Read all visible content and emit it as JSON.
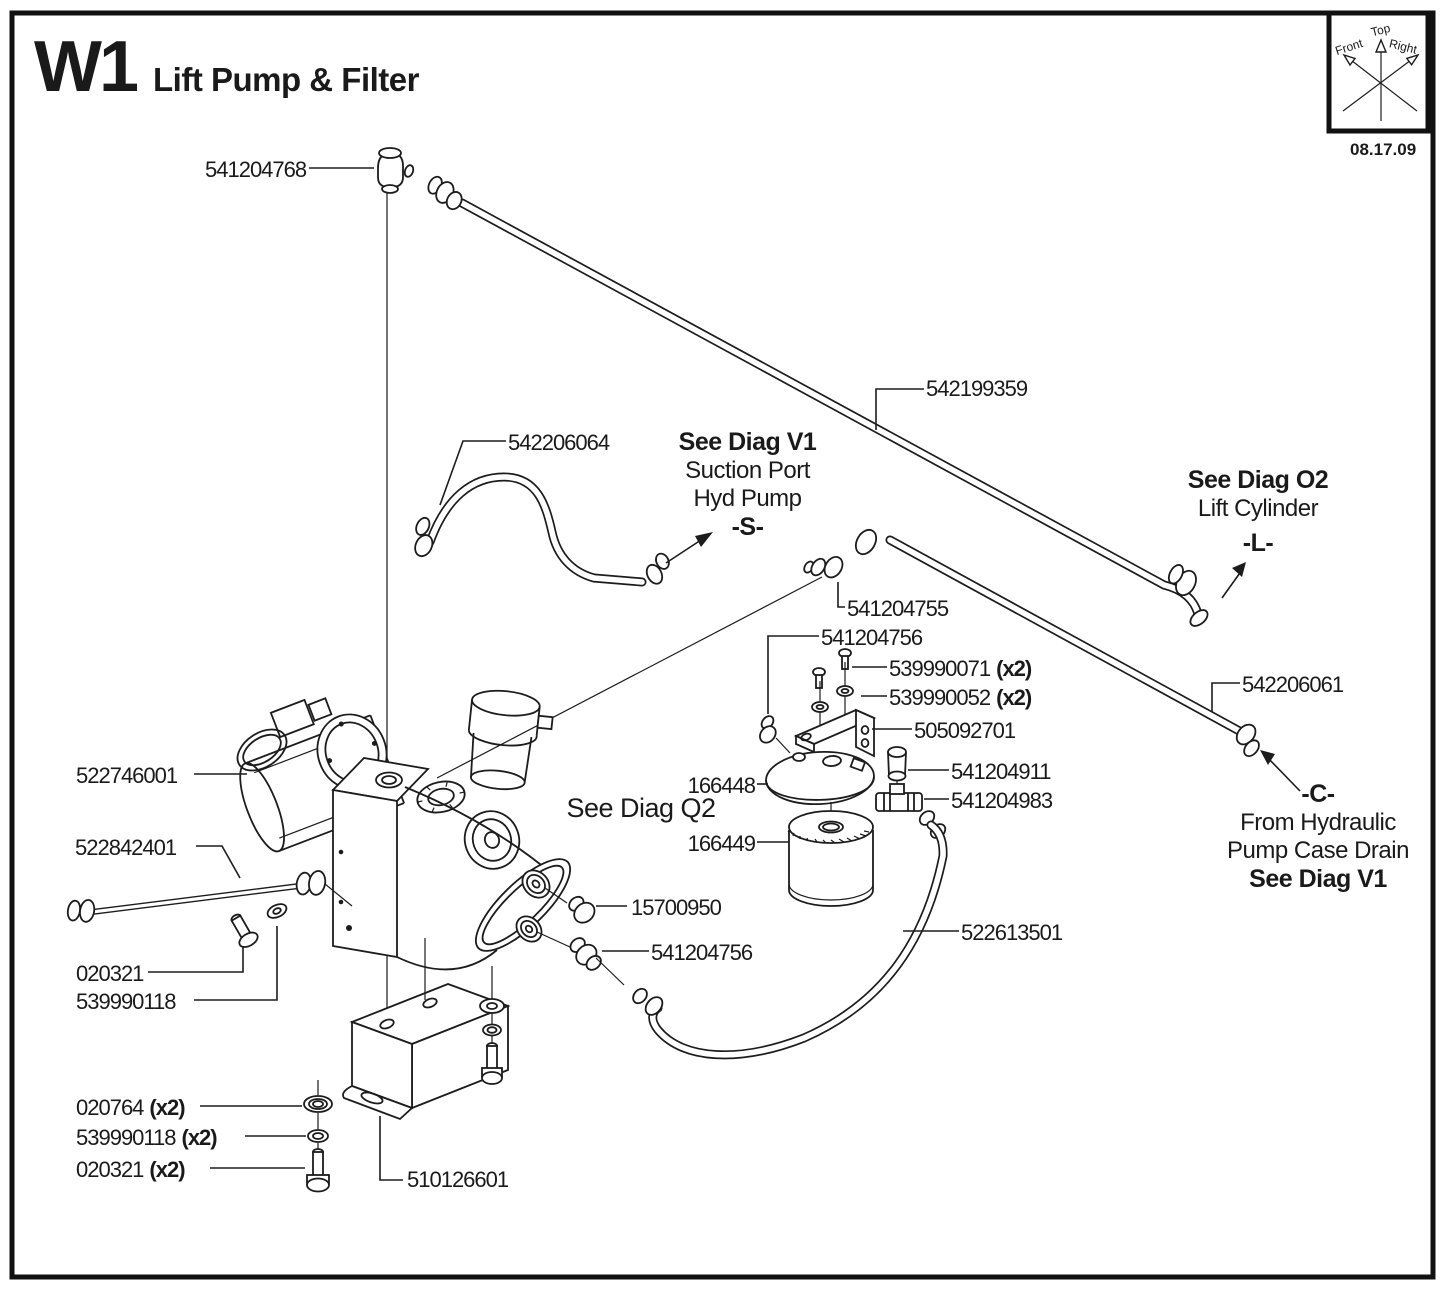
{
  "header": {
    "code": "W1",
    "title": "Lift Pump & Filter"
  },
  "compass": {
    "top": "Top",
    "front": "Front",
    "right": "Right",
    "date": "08.17.09"
  },
  "labels": {
    "l541204768": {
      "text": "541204768"
    },
    "l542199359": {
      "text": "542199359"
    },
    "l542206064": {
      "text": "542206064"
    },
    "l541204755": {
      "text": "541204755"
    },
    "l541204756a": {
      "text": "541204756"
    },
    "l539990071": {
      "text": "539990071",
      "qty": "(x2)"
    },
    "l539990052": {
      "text": "539990052",
      "qty": "(x2)"
    },
    "l505092701": {
      "text": "505092701"
    },
    "l542206061": {
      "text": "542206061"
    },
    "l522746001": {
      "text": "522746001"
    },
    "l166448": {
      "text": "166448"
    },
    "l541204911": {
      "text": "541204911"
    },
    "l541204983": {
      "text": "541204983"
    },
    "l166449": {
      "text": "166449"
    },
    "l522842401": {
      "text": "522842401"
    },
    "l15700950": {
      "text": "15700950"
    },
    "l541204756b": {
      "text": "541204756"
    },
    "l522613501": {
      "text": "522613501"
    },
    "l020321a": {
      "text": "020321"
    },
    "l539990118a": {
      "text": "539990118"
    },
    "l020764": {
      "text": "020764",
      "qty": "(x2)"
    },
    "l539990118b": {
      "text": "539990118",
      "qty": "(x2)"
    },
    "l020321b": {
      "text": "020321",
      "qty": "(x2)"
    },
    "l510126601": {
      "text": "510126601"
    }
  },
  "notes": {
    "v1": {
      "title": "See Diag V1",
      "line2": "Suction Port",
      "line3": "Hyd Pump",
      "tag": "-S-"
    },
    "o2": {
      "title": "See Diag O2",
      "line2": "Lift Cylinder",
      "tag": "-L-"
    },
    "q2": {
      "title": "See Diag Q2"
    },
    "c": {
      "tag": "-C-",
      "line2": "From Hydraulic",
      "line3": "Pump Case Drain",
      "title": "See Diag V1"
    }
  }
}
